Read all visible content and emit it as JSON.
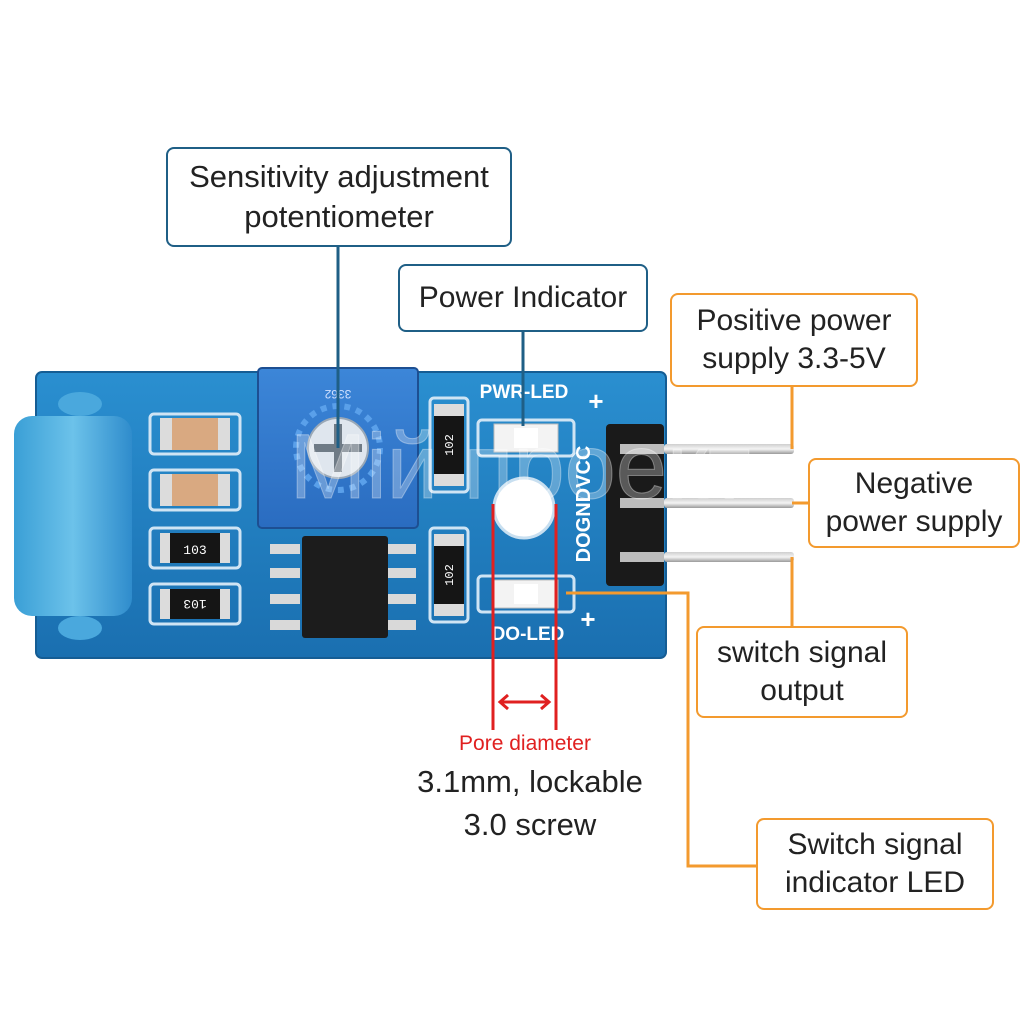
{
  "colors": {
    "board": "#1e7fc1",
    "board_dark": "#1566a3",
    "callout_blue": "#1f5f86",
    "callout_orange": "#f39a2e",
    "dimension_red": "#e02020",
    "pin_black": "#1a1a1a"
  },
  "board": {
    "pot_code": "3362",
    "resistors": [
      "103",
      "103",
      "102",
      "102"
    ],
    "silkscreen": {
      "pwr_led": "PWR-LED",
      "do_led": "DO-LED",
      "pins": "DOGNDVCC",
      "plus": "+"
    },
    "watermark": "Мій проект"
  },
  "callouts": {
    "sensitivity": "Sensitivity adjustment\npotentiometer",
    "power_indicator": "Power Indicator",
    "positive": "Positive power\nsupply 3.3-5V",
    "negative": "Negative\npower supply",
    "switch_output": "switch signal\noutput",
    "switch_led": "Switch signal\nindicator LED"
  },
  "dimension": {
    "label": "Pore diameter",
    "value": "3.1mm, lockable\n3.0 screw"
  }
}
